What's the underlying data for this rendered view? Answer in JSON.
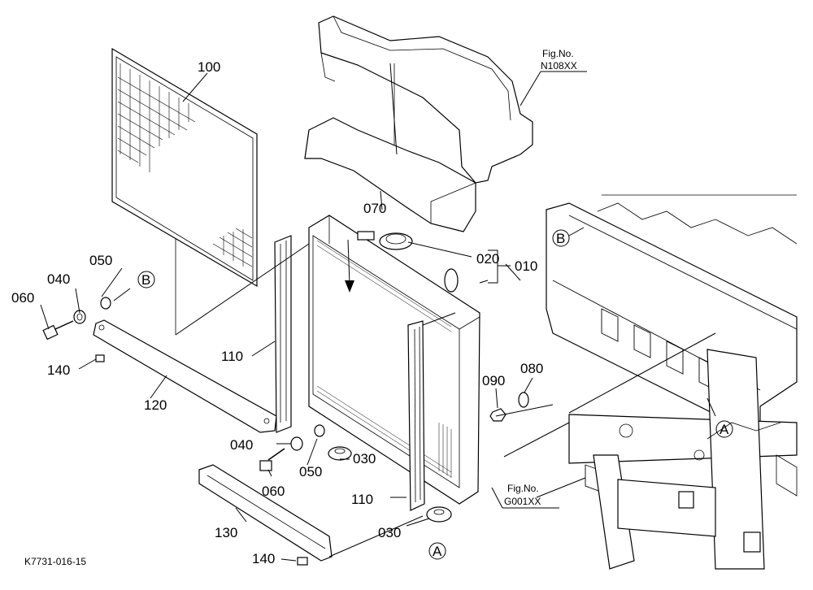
{
  "diagram": {
    "drawing_id": "K7731-016-15",
    "fig_refs": [
      {
        "line1": "Fig.No.",
        "line2": "N108XX"
      },
      {
        "line1": "Fig.No.",
        "line2": "G001XX"
      }
    ],
    "callouts": {
      "p100": "100",
      "p070": "070",
      "p020": "020",
      "p010": "010",
      "p050": "050",
      "p040a": "040",
      "p060a": "060",
      "p140a": "140",
      "p120": "120",
      "p110a": "110",
      "p090": "090",
      "p080": "080",
      "p040b": "040",
      "p050b": "050",
      "p030a": "030",
      "p060b": "060",
      "p110b": "110",
      "p030b": "030",
      "p130": "130",
      "p140b": "140"
    },
    "markers": {
      "B1": "B",
      "B2": "B",
      "A1": "A",
      "A2": "A"
    }
  }
}
